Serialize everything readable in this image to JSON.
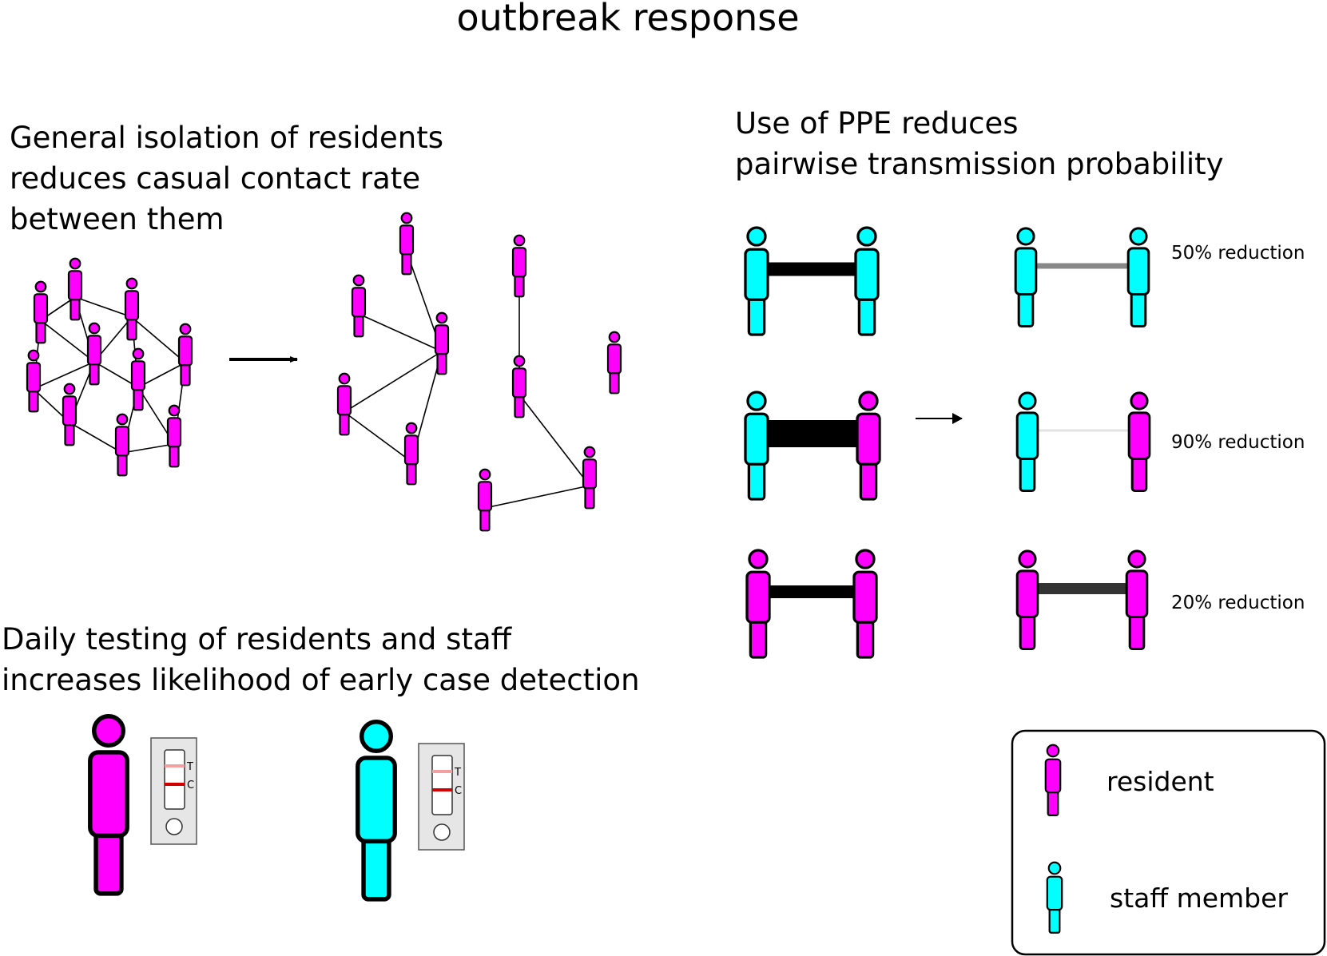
{
  "title": "outbreak response",
  "isolation": {
    "lines": [
      "General isolation of residents",
      "reduces casual contact rate",
      "between them"
    ]
  },
  "ppe": {
    "lines": [
      "Use of PPE reduces",
      "pairwise transmission probability"
    ],
    "rows": [
      {
        "pair": [
          "staff",
          "staff"
        ],
        "label": "50% reduction",
        "reduced_color": "#888888"
      },
      {
        "pair": [
          "staff",
          "resident"
        ],
        "label": "90% reduction",
        "reduced_color": "#e2e2e2"
      },
      {
        "pair": [
          "resident",
          "resident"
        ],
        "label": "20% reduction",
        "reduced_color": "#333333"
      }
    ]
  },
  "testing": {
    "lines": [
      "Daily testing of residents and staff",
      "increases likelihood of early case detection"
    ],
    "test_letters": [
      "T",
      "C"
    ]
  },
  "legend": {
    "items": [
      {
        "type": "resident",
        "label": "resident"
      },
      {
        "type": "staff",
        "label": "staff member"
      }
    ]
  },
  "colors": {
    "resident": "#ff00ff",
    "staff": "#00ffff",
    "test_line_c": "#d40000",
    "test_line_t": "#f4a0a0",
    "cassette": "#e6e6e6"
  },
  "icons": [
    "arrow-right-icon",
    "person-icon",
    "test-cassette-icon"
  ]
}
